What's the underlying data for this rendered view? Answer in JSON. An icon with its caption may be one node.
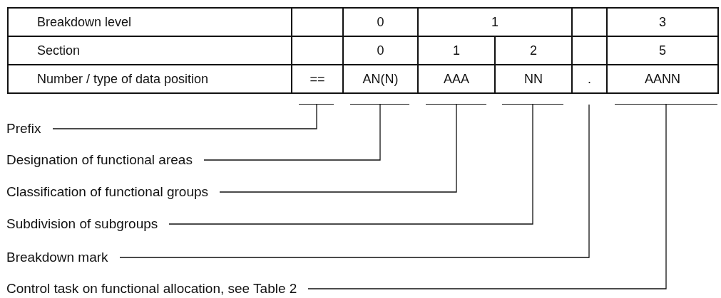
{
  "diagram": {
    "nodes": [
      {
        "text": [
          "Prefix"
        ]
      },
      {
        "text": [
          "Designation of functional areas"
        ]
      },
      {
        "text": [
          "Classification of functional groups"
        ]
      },
      {
        "text": [
          "Subdivision of subgroups"
        ]
      },
      {
        "text": [
          "Breakdown mark"
        ]
      },
      {
        "text": [
          "Control task on functional allocation, see Table 2"
        ]
      },
      {
        "text": [],
        "shape": "bar"
      },
      {
        "text": [],
        "shape": "bar"
      },
      {
        "text": [],
        "shape": "bar"
      },
      {
        "text": [],
        "shape": "bar"
      },
      {
        "text": [],
        "shape": "bar"
      }
    ],
    "edges": [
      {
        "from": 0,
        "to": 6,
        "arrow": "none"
      },
      {
        "from": 1,
        "to": 7,
        "arrow": "none"
      },
      {
        "from": 2,
        "to": 8,
        "arrow": "none"
      },
      {
        "from": 3,
        "to": 9,
        "arrow": "none"
      },
      {
        "from": 4,
        "to": null,
        "arrow": "none"
      },
      {
        "from": 5,
        "to": 10,
        "arrow": "none"
      }
    ],
    "labels": [
      "Breakdown level",
      "0",
      "1",
      "3",
      "Section",
      "0",
      "1",
      "2",
      "5",
      "Number / type of data position",
      "==",
      "AN(N)",
      "AAA",
      "NN",
      ".",
      "AANN"
    ]
  }
}
